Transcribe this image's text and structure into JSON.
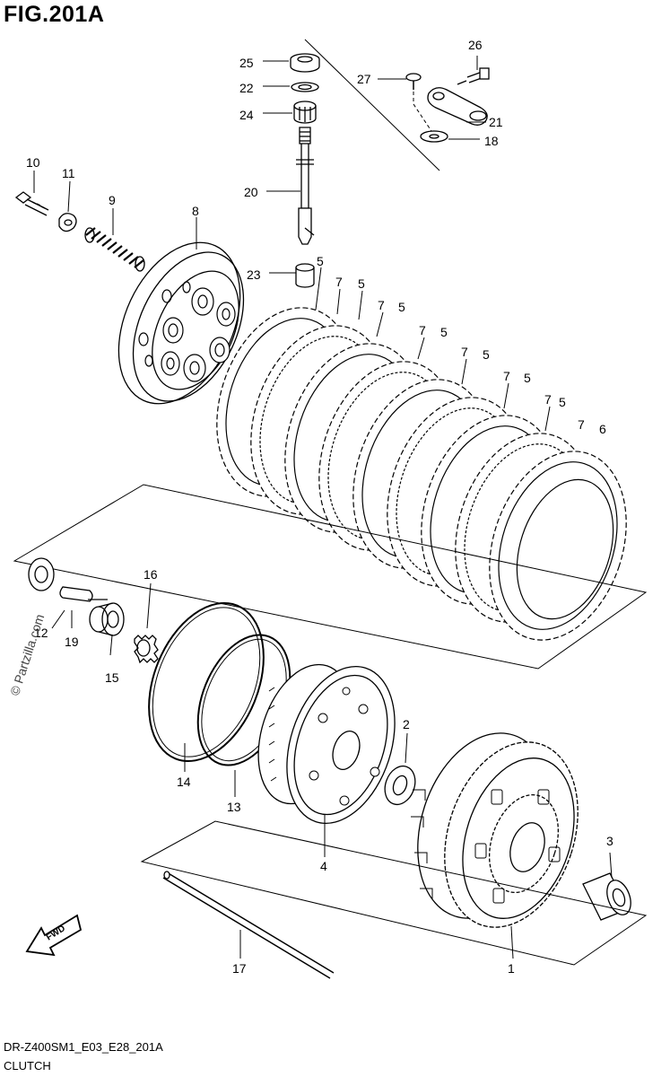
{
  "figure": {
    "title": "FIG.201A",
    "footer_code": "DR-Z400SM1_E03_E28_201A",
    "footer_subtitle": "CLUTCH",
    "watermark": "© Partzilla.com",
    "fwd_label": "FWD"
  },
  "callouts": [
    {
      "id": "c25",
      "text": "25"
    },
    {
      "id": "c22",
      "text": "22"
    },
    {
      "id": "c24",
      "text": "24"
    },
    {
      "id": "c20",
      "text": "20"
    },
    {
      "id": "c26",
      "text": "26"
    },
    {
      "id": "c27",
      "text": "27"
    },
    {
      "id": "c21",
      "text": "21"
    },
    {
      "id": "c18",
      "text": "18"
    },
    {
      "id": "c10",
      "text": "10"
    },
    {
      "id": "c11",
      "text": "11"
    },
    {
      "id": "c9",
      "text": "9"
    },
    {
      "id": "c8",
      "text": "8"
    },
    {
      "id": "c23",
      "text": "23"
    },
    {
      "id": "s5a",
      "text": "5"
    },
    {
      "id": "s7a",
      "text": "7"
    },
    {
      "id": "s5b",
      "text": "5"
    },
    {
      "id": "s7b",
      "text": "7"
    },
    {
      "id": "s5c",
      "text": "5"
    },
    {
      "id": "s7c",
      "text": "7"
    },
    {
      "id": "s5d",
      "text": "5"
    },
    {
      "id": "s7d",
      "text": "7"
    },
    {
      "id": "s5e",
      "text": "5"
    },
    {
      "id": "s7e",
      "text": "7"
    },
    {
      "id": "s5f",
      "text": "5"
    },
    {
      "id": "s7f",
      "text": "7"
    },
    {
      "id": "s5g",
      "text": "5"
    },
    {
      "id": "s7g",
      "text": "7"
    },
    {
      "id": "c6",
      "text": "6"
    },
    {
      "id": "c12",
      "text": "12"
    },
    {
      "id": "c19",
      "text": "19"
    },
    {
      "id": "c15",
      "text": "15"
    },
    {
      "id": "c16",
      "text": "16"
    },
    {
      "id": "c14",
      "text": "14"
    },
    {
      "id": "c13",
      "text": "13"
    },
    {
      "id": "c4",
      "text": "4"
    },
    {
      "id": "c2",
      "text": "2"
    },
    {
      "id": "c3",
      "text": "3"
    },
    {
      "id": "c1",
      "text": "1"
    },
    {
      "id": "c17",
      "text": "17"
    }
  ]
}
